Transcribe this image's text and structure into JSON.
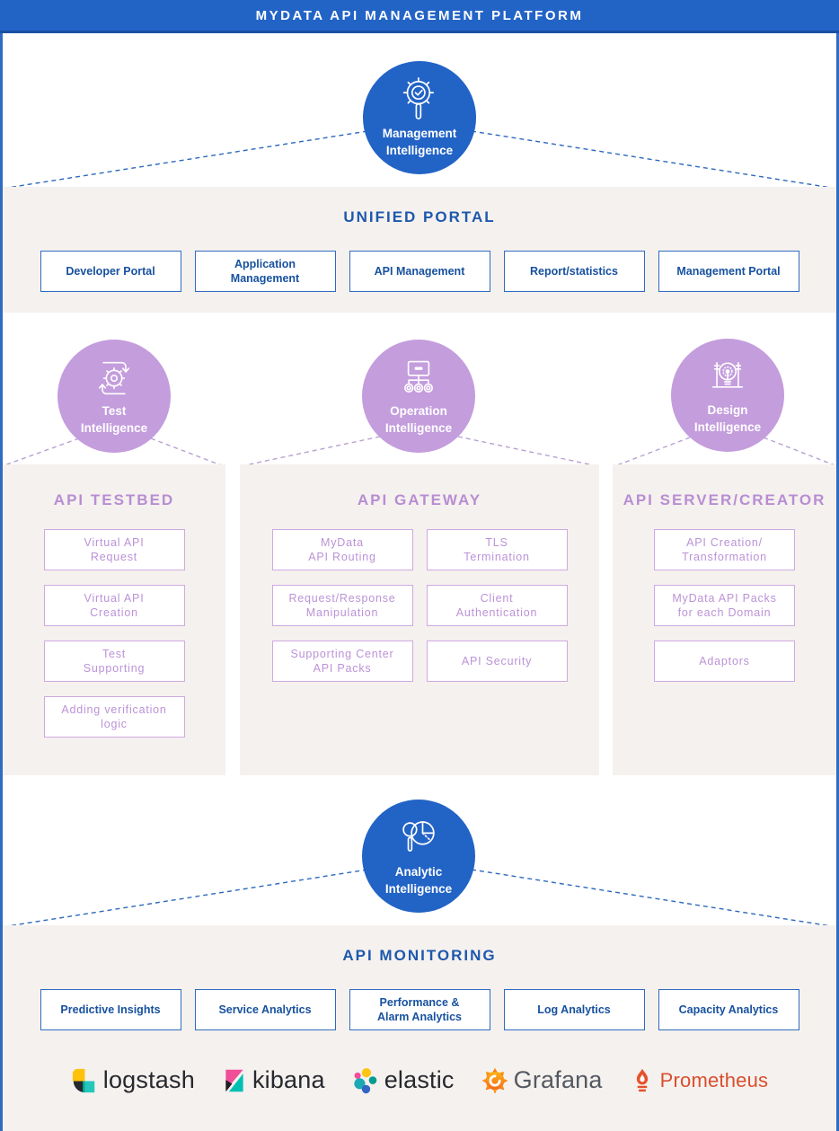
{
  "header": {
    "title": "MYDATA API MANAGEMENT PLATFORM"
  },
  "nodes": {
    "management": {
      "label": "Management\nIntelligence",
      "icon": "magnifier-gear-check-icon"
    },
    "test": {
      "label": "Test\nIntelligence",
      "icon": "gear-cycle-arrows-icon"
    },
    "operation": {
      "label": "Operation\nIntelligence",
      "icon": "monitor-network-icon"
    },
    "design": {
      "label": "Design\nIntelligence",
      "icon": "lightbulb-icon"
    },
    "analytic": {
      "label": "Analytic\nIntelligence",
      "icon": "magnifier-pie-chart-icon"
    }
  },
  "sections": {
    "unified_portal": {
      "title": "UNIFIED PORTAL",
      "boxes": [
        "Developer Portal",
        "Application\nManagement",
        "API Management",
        "Report/statistics",
        "Management Portal"
      ]
    },
    "api_testbed": {
      "title": "API TESTBED",
      "boxes": [
        "Virtual API\nRequest",
        "Virtual API\nCreation",
        "Test\nSupporting",
        "Adding verification\nlogic"
      ]
    },
    "api_gateway": {
      "title": "API GATEWAY",
      "boxes": [
        "MyData\nAPI Routing",
        "TLS\nTermination",
        "Request/Response\nManipulation",
        "Client\nAuthentication",
        "Supporting Center\nAPI Packs",
        "API Security"
      ]
    },
    "api_server_creator": {
      "title": "API SERVER/CREATOR",
      "boxes": [
        "API Creation/\nTransformation",
        "MyData API Packs\nfor each Domain",
        "Adaptors"
      ]
    },
    "api_monitoring": {
      "title": "API MONITORING",
      "boxes": [
        "Predictive Insights",
        "Service Analytics",
        "Performance &\nAlarm Analytics",
        "Log Analytics",
        "Capacity Analytics"
      ]
    }
  },
  "logos": [
    {
      "name": "logstash",
      "label": "logstash"
    },
    {
      "name": "kibana",
      "label": "kibana"
    },
    {
      "name": "elastic",
      "label": "elastic"
    },
    {
      "name": "grafana",
      "label": "Grafana"
    },
    {
      "name": "prometheus",
      "label": "Prometheus"
    }
  ],
  "colors": {
    "header_bg": "#2263c6",
    "blue_node": "#2263c6",
    "purple_node": "#c49ddd",
    "blue_title": "#1d58ae",
    "blue_box_border": "#2f6cc1",
    "blue_box_text": "#17519f",
    "purple_title": "#b88dd3",
    "purple_box_border": "#cfaae2",
    "purple_box_text": "#bb92d7",
    "panel_bg": "#f5f1ee",
    "dashed_blue": "#2e68bd",
    "dashed_purple": "#b7a0d2",
    "grafana_text": "#545961",
    "prometheus_text": "#d94f2e",
    "elastic_text": "#26292e"
  }
}
